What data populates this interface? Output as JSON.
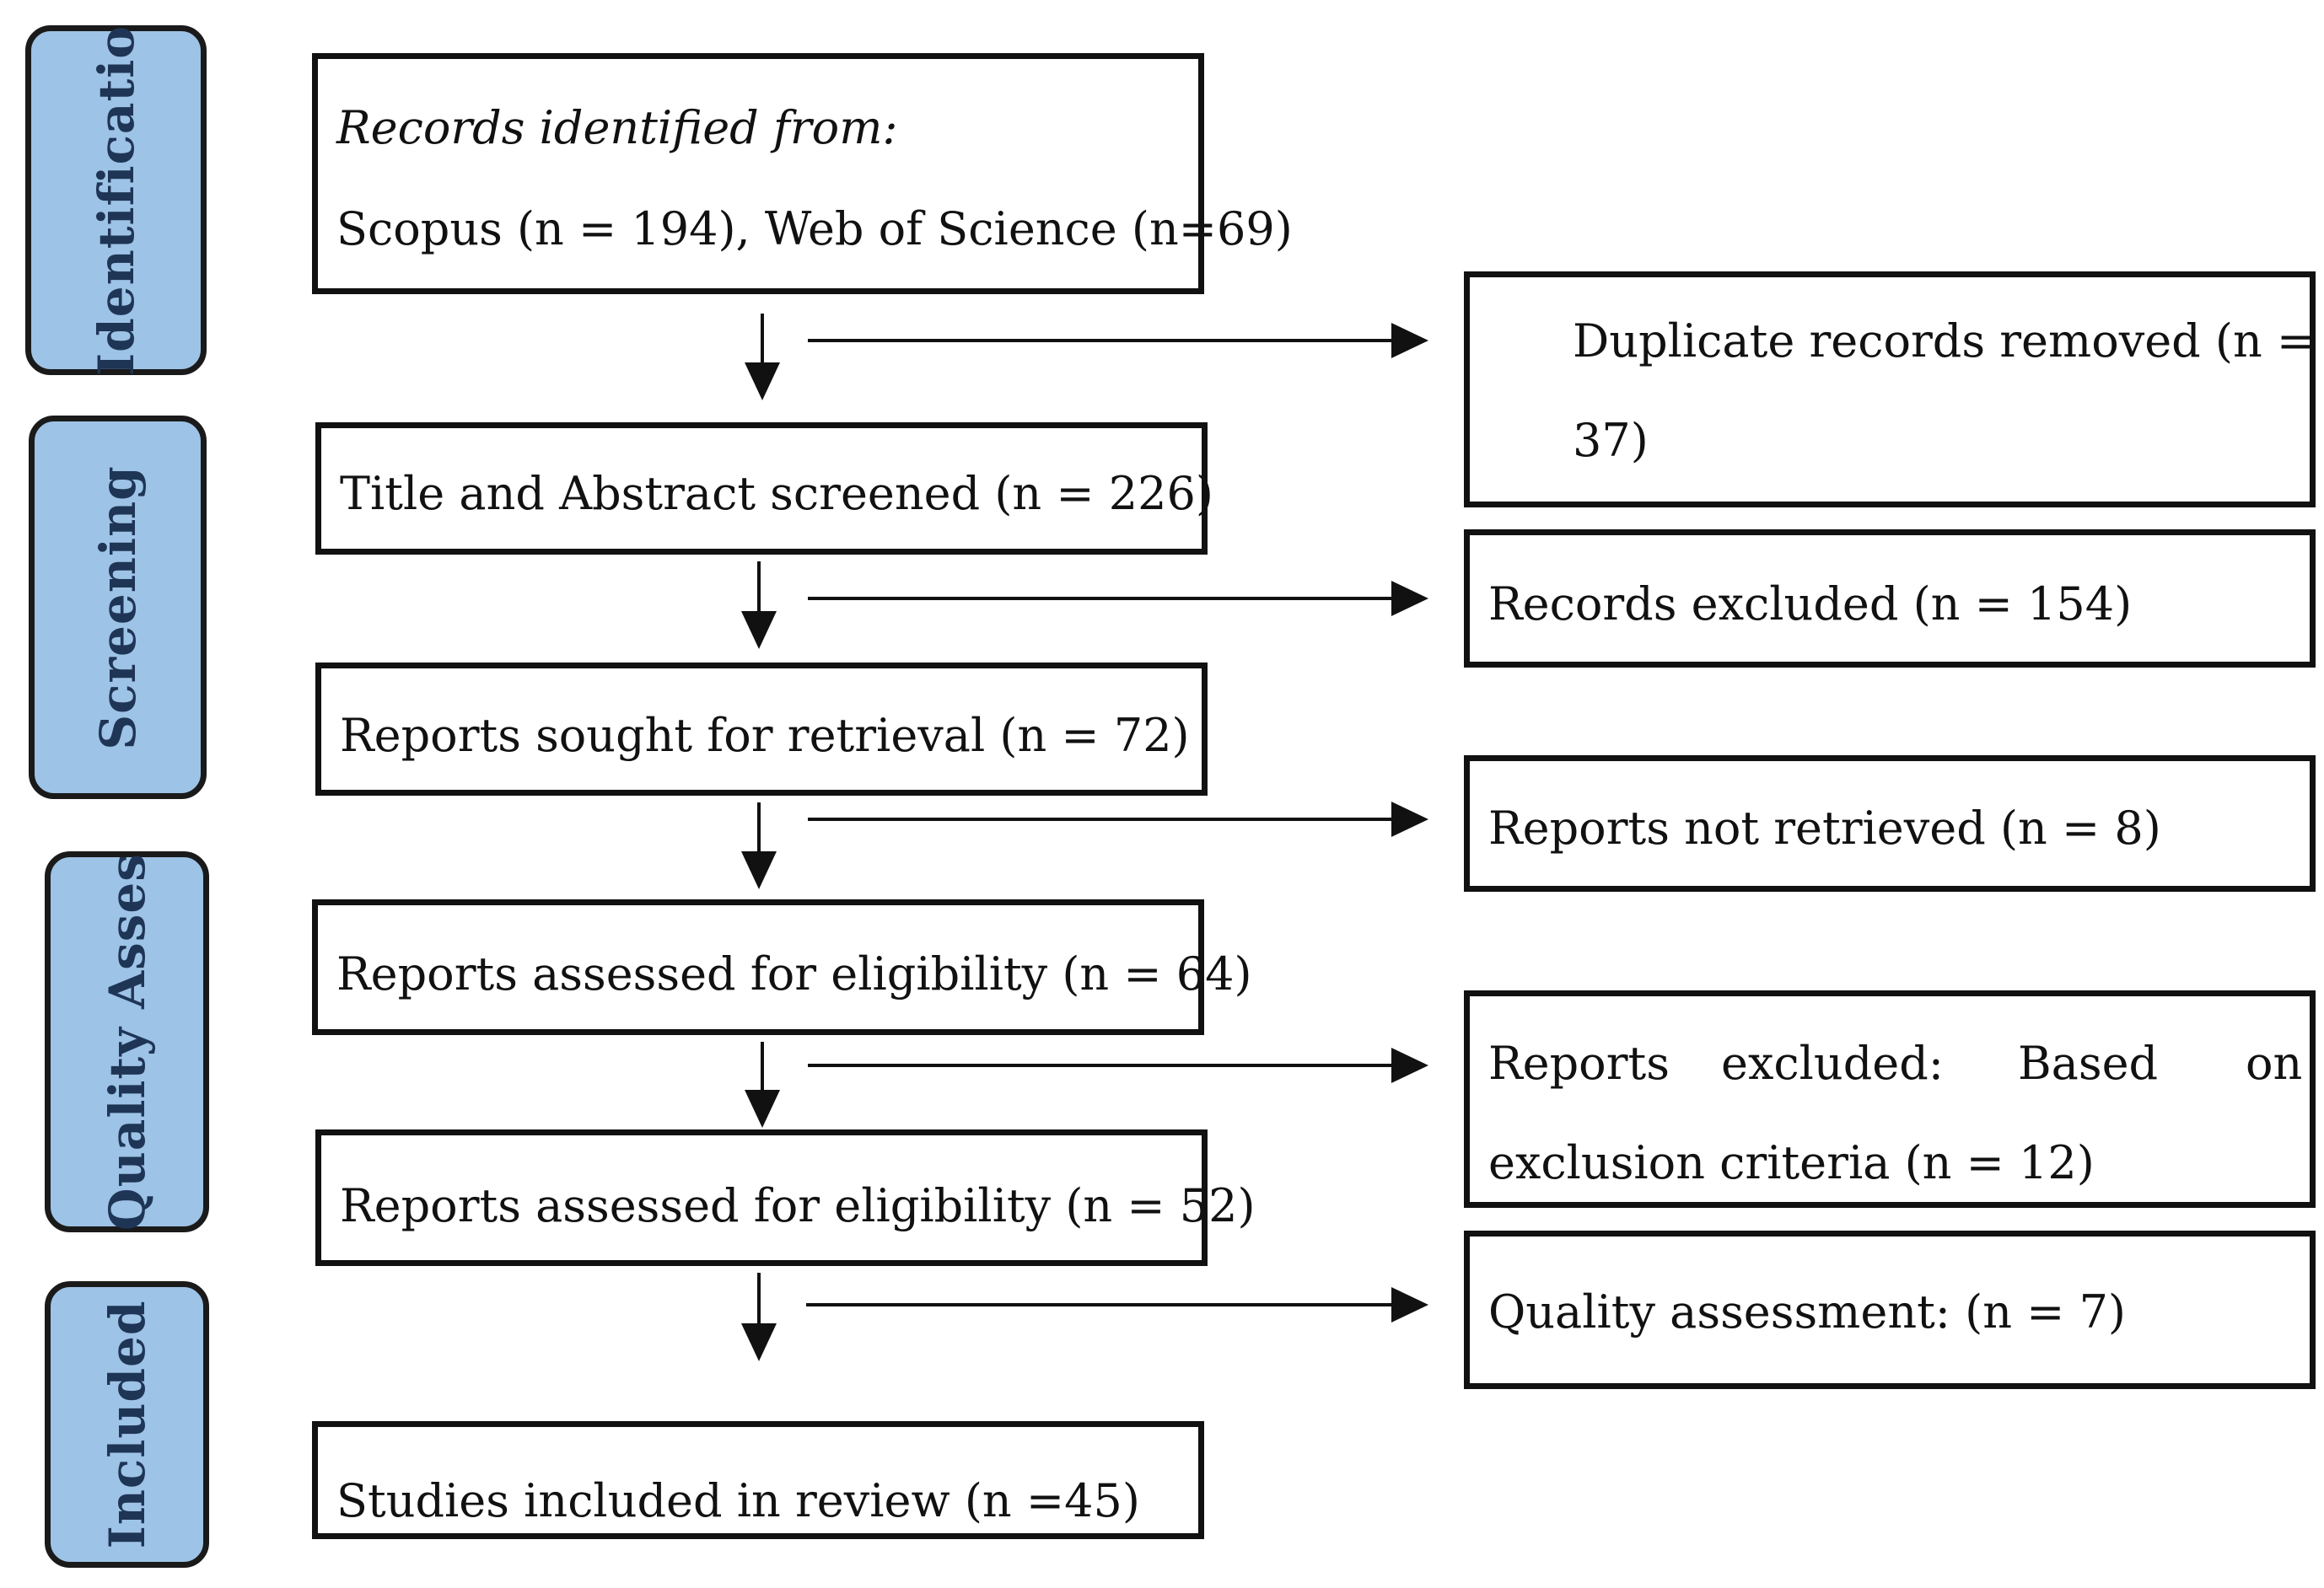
{
  "phases": {
    "identification": "Identificatio",
    "screening": "Screening",
    "quality": "Quality Asses",
    "included": "Included"
  },
  "main": {
    "records_heading": "Records identified from:",
    "records_sources": "Scopus (n = 194), Web of Science (n=69)",
    "screened": "Title and Abstract screened (n = 226)",
    "sought": "Reports sought for retrieval (n = 72)",
    "assessed_1": "Reports assessed for eligibility (n = 64)",
    "assessed_2": "Reports assessed for eligibility (n = 52)",
    "included": "Studies included in review (n =45)"
  },
  "side": {
    "duplicates_line1": "Duplicate records removed (n =",
    "duplicates_line2": "37)",
    "records_excluded": "Records excluded (n = 154)",
    "not_retrieved": "Reports not retrieved (n = 8)",
    "excluded_line1_a": "Reports",
    "excluded_line1_b": "excluded:",
    "excluded_line1_c": "Based",
    "excluded_line1_d": "on",
    "excluded_line2": "exclusion criteria (n = 12)",
    "quality_assessment": "Quality assessment: (n = 7)"
  }
}
